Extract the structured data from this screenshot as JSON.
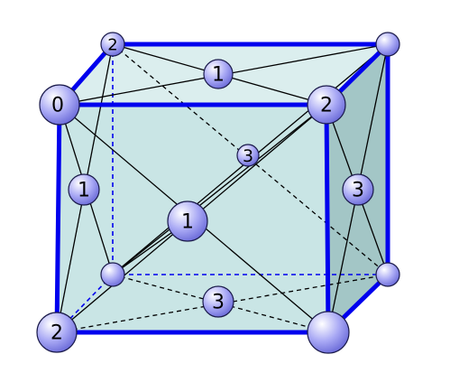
{
  "colors": {
    "cube_edge": "#0000ee",
    "front_face": "#bfe0e0",
    "side_face": "#9fc5c5",
    "node_fill": "#b9b9ff",
    "node_stroke": "#1a1a4a",
    "line": "#000000",
    "hidden_edge": "#0000ee"
  },
  "labels": {
    "n0": "0",
    "n_top_back_left": "2",
    "n_top_face_center": "1",
    "n_front_top_right": "2",
    "n_diagonal_mid": "3",
    "n_left_face_center": "1",
    "n_front_face_center": "1",
    "n_right_face_center": "3",
    "n_bottom_face_center": "3",
    "n_front_bottom_left": "2"
  }
}
